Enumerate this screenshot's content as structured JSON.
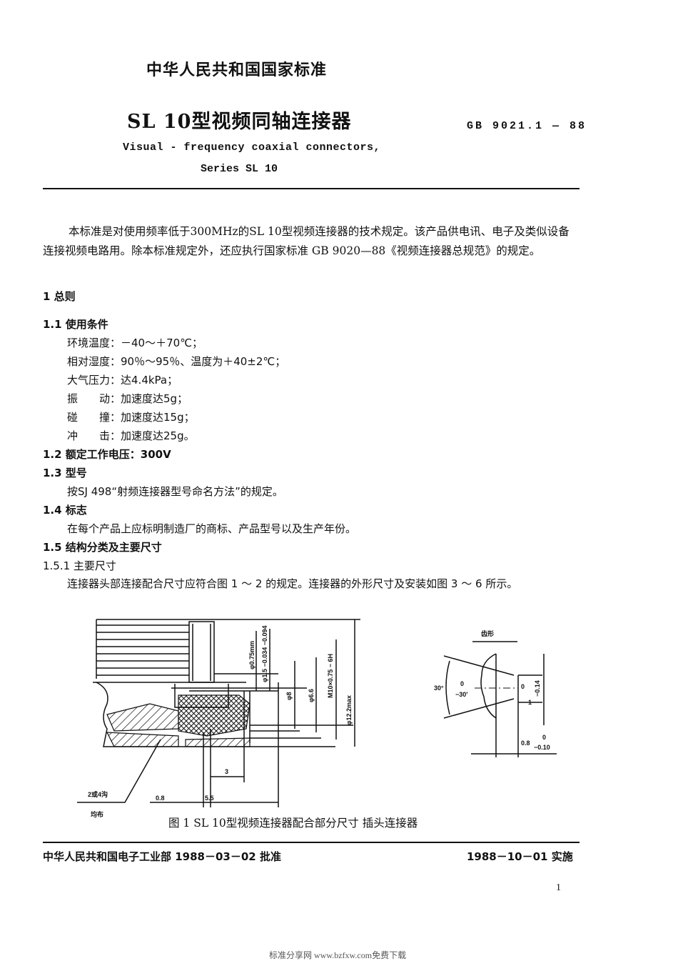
{
  "header": {
    "standard_org": "中华人民共和国国家标准",
    "title": "SL 10型视频同轴连接器",
    "standard_number": "GB 9021.1 — 88",
    "english_title_line1": "Visual - frequency   coaxial  connectors,",
    "english_title_line2": "Series SL 10"
  },
  "intro": {
    "text": "本标准是对使用频率低于300MHz的SL 10型视频连接器的技术规定。该产品供电讯、电子及类似设备连接视频电路用。除本标准规定外，还应执行国家标准 GB 9020—88《视频连接器总规范》的规定。"
  },
  "sections": {
    "s1": "1  总则",
    "s1_1": "1.1  使用条件",
    "conditions": [
      {
        "label": "环境温度：",
        "value": "－40～＋70℃；"
      },
      {
        "label": "相对湿度：",
        "value": "90％～95％、温度为＋40±2℃；"
      },
      {
        "label": "大气压力：",
        "value": "达4.4kPa；"
      },
      {
        "label": "振　　动：",
        "value": "加速度达5g；"
      },
      {
        "label": "碰　　撞：",
        "value": "加速度达15g；"
      },
      {
        "label": "冲　　击：",
        "value": "加速度达25g。"
      }
    ],
    "s1_2": "1.2  额定工作电压：300V",
    "s1_3": "1.3  型号",
    "s1_3_text": "按SJ 498“射频连接器型号命名方法”的规定。",
    "s1_4": "1.4  标志",
    "s1_4_text": "在每个产品上应标明制造厂的商标、产品型号以及生产年份。",
    "s1_5": "1.5  结构分类及主要尺寸",
    "s1_5_1": "1.5.1  主要尺寸",
    "s1_5_1_text": "连接器头部连接配合尺寸应符合图 1 ～ 2 的规定。连接器的外形尺寸及安装如图 3 ～ 6 所示。"
  },
  "figure": {
    "dims_left": [
      "φ0.75mm",
      "φ1.5 −0.034 −0.094",
      "φ8",
      "φ6.6",
      "M10×0.75 − 6H",
      "φ12.2max"
    ],
    "dim_3": "3",
    "dim_08": "0.8",
    "dim_55": "5.5",
    "note_line1": "2或4沟",
    "note_line2": "均布",
    "tooth_title": "齿形",
    "tooth_angle": "30°",
    "tooth_angle_tol_upper": "0",
    "tooth_angle_tol_lower": "−30′",
    "tooth_width_tol_upper": "0",
    "tooth_width": "1",
    "tooth_width_tol_lower": "−0.14",
    "tooth_depth": "0.8",
    "tooth_depth_tol_upper": "0",
    "tooth_depth_tol_lower": "−0.10",
    "caption": "图 1   SL 10型视频连接器配合部分尺寸   插头连接器"
  },
  "footer": {
    "approval": "中华人民共和国电子工业部 1988－03－02 批准",
    "effective": "1988－10－01 实施",
    "page_number": "1",
    "watermark": "标准分享网 www.bzfxw.com免费下载"
  }
}
